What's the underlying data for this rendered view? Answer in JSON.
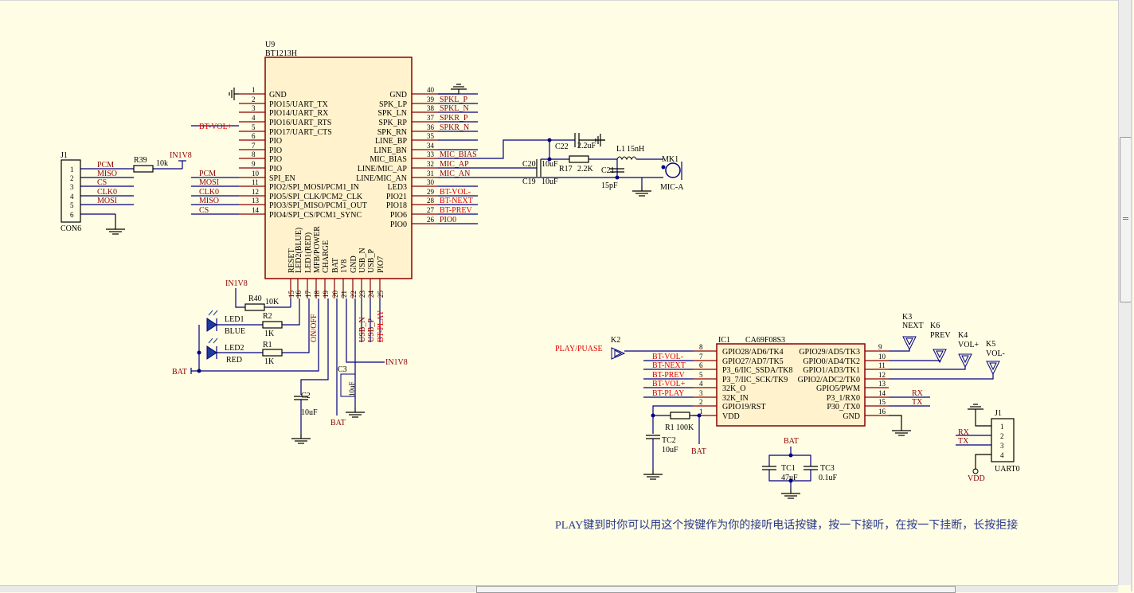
{
  "note": "PLAY键到时你可以用这个按键作为你的接听电话按键，按一下接听，在按一下挂断，长按拒接",
  "colors": {
    "wire": "#000080",
    "net": "#8b0000",
    "netred": "#e00000",
    "body": "#fff2cc",
    "paper": "#fffde4"
  },
  "u9": {
    "ref": "U9",
    "part": "BT1213H",
    "left_pins": [
      {
        "num": "1",
        "name": "GND"
      },
      {
        "num": "2",
        "name": "PIO15/UART_TX"
      },
      {
        "num": "3",
        "name": "PIO14/UART_RX"
      },
      {
        "num": "4",
        "name": "PIO16/UART_RTS"
      },
      {
        "num": "5",
        "name": "PIO17/UART_CTS"
      },
      {
        "num": "6",
        "name": "PIO"
      },
      {
        "num": "7",
        "name": "PIO"
      },
      {
        "num": "8",
        "name": "PIO"
      },
      {
        "num": "9",
        "name": "PIO"
      },
      {
        "num": "10",
        "name": "SPI_EN"
      },
      {
        "num": "11",
        "name": "PIO2/SPI_MOSI/PCM1_IN"
      },
      {
        "num": "12",
        "name": "PIO5/SPI_CLK/PCM2_CLK"
      },
      {
        "num": "13",
        "name": "PIO3/SPI_MISO/PCM1_OUT"
      },
      {
        "num": "14",
        "name": "PIO4/SPI_CS/PCM1_SYNC"
      }
    ],
    "right_pins": [
      {
        "num": "40",
        "name": "GND"
      },
      {
        "num": "39",
        "name": "SPK_LP"
      },
      {
        "num": "38",
        "name": "SPK_LN"
      },
      {
        "num": "37",
        "name": "SPK_RP"
      },
      {
        "num": "36",
        "name": "SPK_RN"
      },
      {
        "num": "35",
        "name": "LINE_BP"
      },
      {
        "num": "34",
        "name": "LINE_BN"
      },
      {
        "num": "33",
        "name": "MIC_BIAS"
      },
      {
        "num": "32",
        "name": "LINE/MIC_AP"
      },
      {
        "num": "31",
        "name": "LINE/MIC_AN"
      },
      {
        "num": "30",
        "name": "LED3"
      },
      {
        "num": "29",
        "name": "PIO21"
      },
      {
        "num": "28",
        "name": "PIO18"
      },
      {
        "num": "27",
        "name": "PIO6"
      },
      {
        "num": "26",
        "name": "PIO0"
      }
    ],
    "right_nets": [
      "",
      "SPKL_P",
      "SPKL_N",
      "SPKR_P",
      "SPKR_N",
      "",
      "",
      "MIC_BIAS",
      "MIC_AP",
      "MIC_AN",
      "",
      "BT-VOL-",
      "BT-NEXT",
      "BT-PREV",
      "PIO0"
    ],
    "bottom_pins": [
      {
        "num": "15",
        "name": "RESET"
      },
      {
        "num": "16",
        "name": "LED2(BLUE)"
      },
      {
        "num": "17",
        "name": "LED1(RED)"
      },
      {
        "num": "18",
        "name": "MFB/POWER"
      },
      {
        "num": "19",
        "name": "CHARGE"
      },
      {
        "num": "20",
        "name": "BAT"
      },
      {
        "num": "21",
        "name": "1V8"
      },
      {
        "num": "22",
        "name": "GND"
      },
      {
        "num": "23",
        "name": "USB_N"
      },
      {
        "num": "24",
        "name": "USB_P"
      },
      {
        "num": "25",
        "name": "PIO7"
      }
    ],
    "bottom_nets": [
      "USB_N",
      "USB_P",
      "BT-PLAY"
    ],
    "pin5_net": "BT-VOL+",
    "left_nets": [
      "PCM",
      "MOSI",
      "CLK0",
      "MISO",
      "CS"
    ]
  },
  "j1_left": {
    "ref": "J1",
    "part": "CON6",
    "pins": [
      "1",
      "2",
      "3",
      "4",
      "5",
      "6"
    ],
    "nets": [
      "PCM",
      "MISO",
      "CS",
      "CLK0",
      "MOSI"
    ]
  },
  "r39": {
    "ref": "R39",
    "value": "10k",
    "net": "IN1V8"
  },
  "bottom_left": {
    "in1v8": "IN1V8",
    "r40": "R40",
    "r40v": "10K",
    "led1": "LED1",
    "blue": "BLUE",
    "led2": "LED2",
    "red": "RED",
    "r2": "R2",
    "r2v": "1K",
    "r1": "R1",
    "r1v": "1K",
    "onoff": "ON/OFF",
    "bat": "BAT",
    "c2": "C2",
    "c2v": "10uF",
    "c3": "C3",
    "c3v": "10uF",
    "bat2": "BAT",
    "in1v8b": "IN1V8"
  },
  "mic": {
    "c22": "C22",
    "c22v": "2.2uF",
    "l1": "L1",
    "l1v": "15nH",
    "mk1": "MK1",
    "mica": "MIC-A",
    "c20": "C20",
    "c20v": "10uF",
    "r17": "R17",
    "r17v": "2.2K",
    "c21": "C21",
    "c21v": "15pF",
    "c19": "C19",
    "c19v": "10uF"
  },
  "ic1": {
    "ref": "IC1",
    "part": "CA69F08S3",
    "left_pins": [
      {
        "num": "8",
        "name": "GPIO28/AD6/TK4",
        "net": ""
      },
      {
        "num": "7",
        "name": "GPIO27/AD7/TK5",
        "net": "BT-VOL-"
      },
      {
        "num": "6",
        "name": "P3_6/IIC_SSDA/TK8",
        "net": "BT-NEXT"
      },
      {
        "num": "5",
        "name": "P3_7/IIC_SCK/TK9",
        "net": "BT-PREV"
      },
      {
        "num": "4",
        "name": "32K_O",
        "net": "BT-VOL+"
      },
      {
        "num": "3",
        "name": "32K_IN",
        "net": "BT-PLAY"
      },
      {
        "num": "2",
        "name": "GPIO19/RST",
        "net": ""
      },
      {
        "num": "1",
        "name": "VDD",
        "net": ""
      }
    ],
    "right_pins": [
      {
        "num": "9",
        "name": "GPIO29/AD5/TK3",
        "net": ""
      },
      {
        "num": "10",
        "name": "GPIO0/AD4/TK2",
        "net": ""
      },
      {
        "num": "11",
        "name": "GPIO1/AD3/TK1",
        "net": ""
      },
      {
        "num": "12",
        "name": "GPIO2/ADC2/TK0",
        "net": ""
      },
      {
        "num": "13",
        "name": "GPIO5/PWM",
        "net": ""
      },
      {
        "num": "14",
        "name": "P3_1/RX0",
        "net": "RX"
      },
      {
        "num": "15",
        "name": "P30_/TX0",
        "net": "TX"
      },
      {
        "num": "16",
        "name": "GND",
        "net": ""
      }
    ]
  },
  "keys": {
    "k2": "K2",
    "play": "PLAY/PUASE",
    "k3": "K3",
    "next": "NEXT",
    "k6": "K6",
    "prev": "PREV",
    "k4": "K4",
    "volp": "VOL+",
    "k5": "K5",
    "volm": "VOL-"
  },
  "ic1_misc": {
    "r1": "R1",
    "r1v": "100K",
    "tc2": "TC2",
    "tc2v": "10uF",
    "bat": "BAT"
  },
  "power": {
    "bat": "BAT",
    "tc1": "TC1",
    "tc1v": "47uF",
    "tc3": "TC3",
    "tc3v": "0.1uF"
  },
  "uart": {
    "ref": "J1",
    "part": "UART0",
    "pins": [
      "1",
      "2",
      "3",
      "4"
    ],
    "rx": "RX",
    "tx": "TX",
    "vdd": "VDD"
  }
}
